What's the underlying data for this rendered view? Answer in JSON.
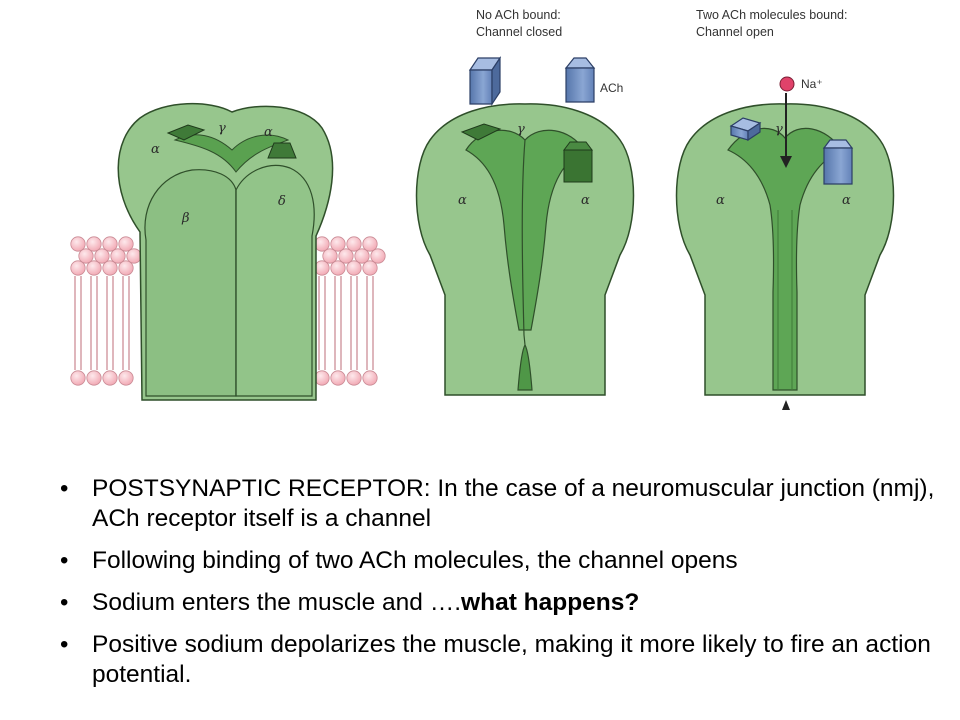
{
  "figure": {
    "panel2_caption": [
      "No ACh bound:",
      "Channel closed"
    ],
    "panel3_caption": [
      "Two ACh molecules bound:",
      "Channel open"
    ],
    "ach_label": "ACh",
    "na_label": "Na⁺",
    "subunits": {
      "alpha": "α",
      "beta": "β",
      "gamma": "γ",
      "delta": "δ"
    },
    "colors": {
      "receptor_fill": "#97c68d",
      "receptor_dark": "#4f9747",
      "receptor_outline": "#2f4f2a",
      "membrane_head": "#f7c0c8",
      "ach_blue": "#6f8fc2",
      "sodium": "#e0426a"
    }
  },
  "bullets": [
    {
      "text": "POSTSYNAPTIC RECEPTOR: In the case of a neuromuscular junction (nmj), ACh receptor itself is a channel"
    },
    {
      "text": "Following binding of two ACh molecules, the channel opens"
    },
    {
      "text": "Sodium enters the muscle and ….",
      "bold": "what happens?"
    },
    {
      "text": "Positive sodium depolarizes the muscle, making it more likely to fire an action potential."
    }
  ]
}
